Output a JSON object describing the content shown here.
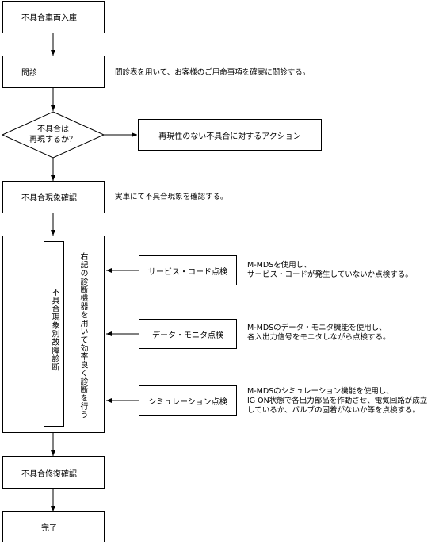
{
  "steps": {
    "intake": "不具合車両入庫",
    "interview": "問診",
    "decision": "不具合は\n再現するか？",
    "no_repro_action": "再現性のない不具合に対するアクション",
    "confirm": "不具合現象確認",
    "diagnosis_by_symptom": "不具合現象別故障診断",
    "efficient_diagnosis": "右記の診断機器を用いて効率良く診断を行う",
    "repair_confirm": "不具合修復確認",
    "done": "完了"
  },
  "notes": {
    "interview": "問診表を用いて、お客様のご用命事項を確実に問診する。",
    "confirm": "実車にて不具合現象を確認する。"
  },
  "tools": [
    {
      "label": "サービス・コード点検",
      "desc": "M-MDSを使用し、\nサービス・コードが発生していないか点検する。"
    },
    {
      "label": "データ・モニタ点検",
      "desc": "M-MDSのデータ・モニタ機能を使用し、\n各入出力信号をモニタしながら点検する。"
    },
    {
      "label": "シミュレーション点検",
      "desc": "M-MDSのシミュレーション機能を使用し、\nIG ON状態で各出力部品を作動させ、電気回路が成立\nしているか、バルブの固着がないか等を点検する。"
    }
  ]
}
